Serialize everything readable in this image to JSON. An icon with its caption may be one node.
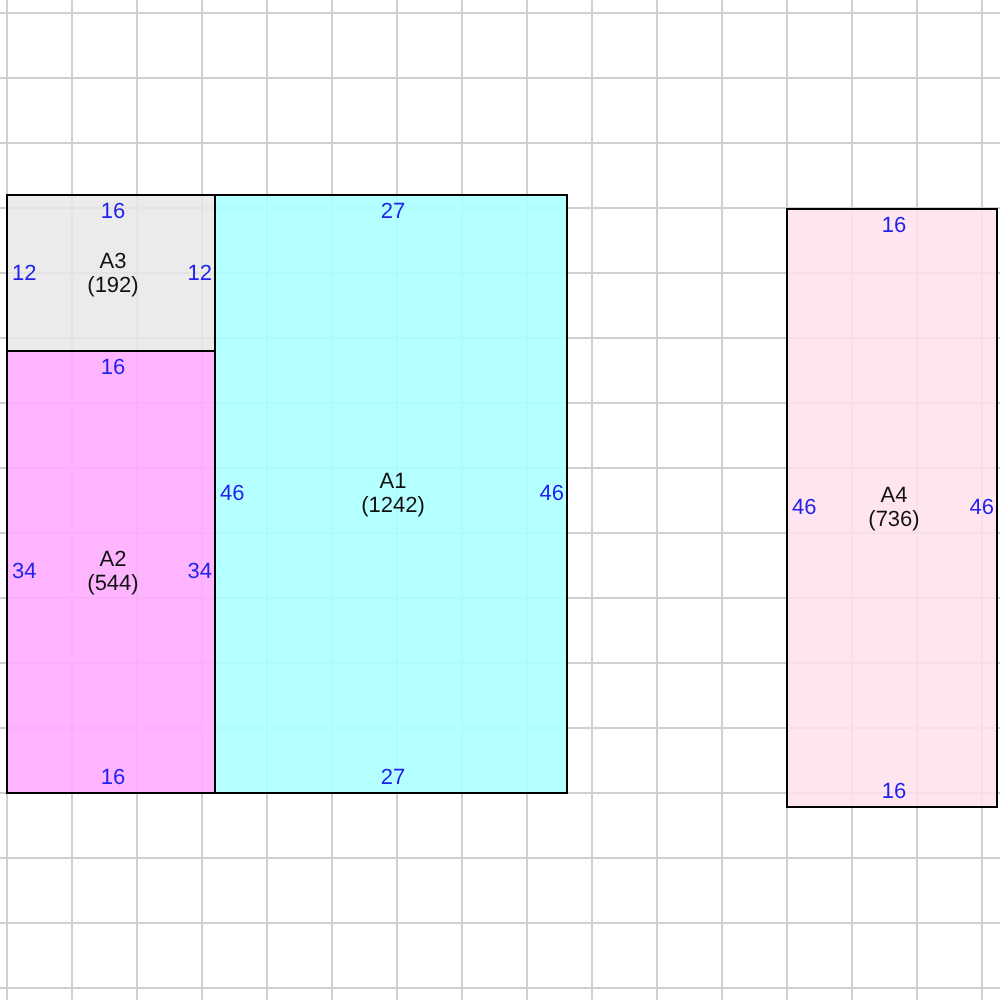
{
  "diagram": {
    "nodes": [
      {
        "text": [
          "16",
          "12",
          "A3",
          "(192)",
          "12"
        ]
      },
      {
        "text": [
          "27",
          "46",
          "A1",
          "(1242)",
          "46",
          "27"
        ]
      },
      {
        "text": [
          "16",
          "34",
          "A2",
          "(544)",
          "34",
          "16"
        ]
      },
      {
        "text": [
          "16",
          "46",
          "A4",
          "(736)",
          "46",
          "16"
        ]
      }
    ]
  }
}
